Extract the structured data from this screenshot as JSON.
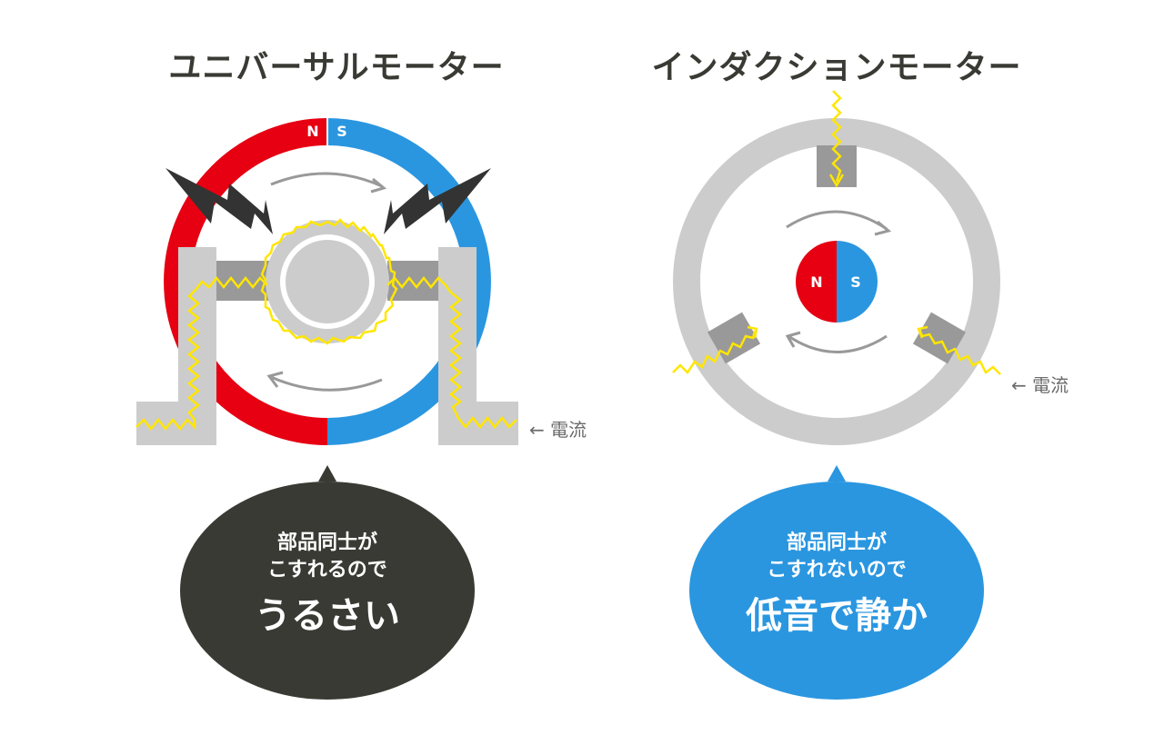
{
  "left": {
    "title": "ユニバーサルモーター",
    "pole_n": "N",
    "pole_s": "S",
    "current_label": "← 電流",
    "bubble_line1": "部品同士が",
    "bubble_line2": "こすれるので",
    "bubble_big": "うるさい",
    "bubble_color": "#3a3a35"
  },
  "right": {
    "title": "インダクションモーター",
    "pole_n": "N",
    "pole_s": "S",
    "current_label": "← 電流",
    "bubble_line1": "部品同士が",
    "bubble_line2": "こすれないので",
    "bubble_big": "低音で静か",
    "bubble_color": "#2a96e0"
  },
  "colors": {
    "red": "#e60012",
    "blue": "#2a96e0",
    "gray": "#cccccc",
    "dark_gray": "#999999",
    "wire": "#ffe600",
    "spark": "#333333"
  }
}
